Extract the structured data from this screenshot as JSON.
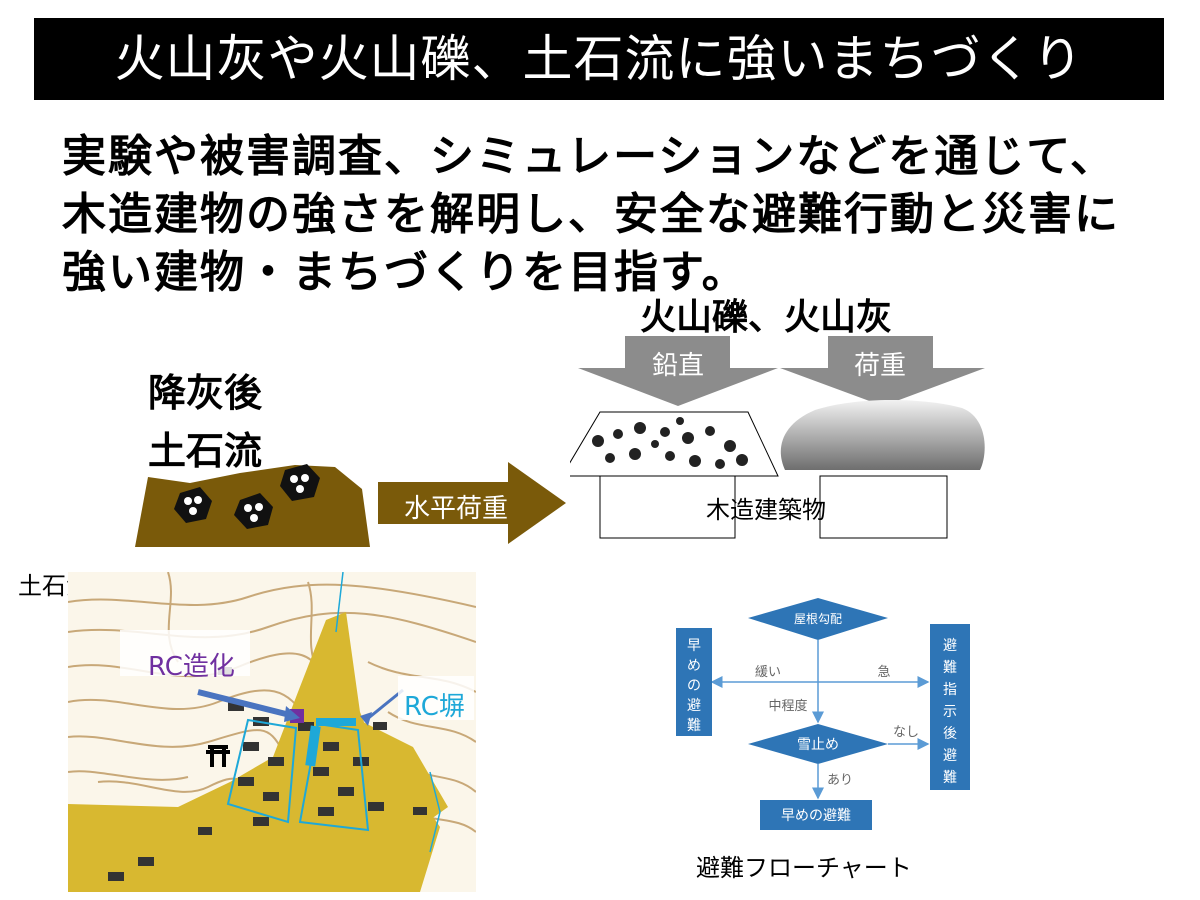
{
  "title": "火山灰や火山礫、土石流に強いまちづくり",
  "lead": {
    "line1": "実験や被害調査、シミュレーションなどを通じて、",
    "line2": "木造建物の強さを解明し、安全な避難行動と災害に",
    "line3": "強い建物・まちづくりを目指す。"
  },
  "debris": {
    "label1": "降灰後",
    "label2": "土石流",
    "arrow_label": "水平荷重"
  },
  "volcanic": {
    "heading": "火山礫、火山灰",
    "arrow_left_label": "鉛直",
    "arrow_right_label": "荷重",
    "building_label": "木造建築物"
  },
  "map": {
    "caption": "土石流に強いまちづくり",
    "rc_building_label": "RC造化",
    "rc_wall_label": "RC塀",
    "colors": {
      "land": "#d8b830",
      "contour": "#c8a878",
      "rc_building": "#7030a0",
      "rc_wall": "#1ea8d8",
      "arrow": "#4a74c0"
    }
  },
  "flowchart": {
    "caption": "避難フローチャート",
    "roof_slope": "屋根勾配",
    "early_left": "早めの避難",
    "after_instruction": "避難指示後避難",
    "gentle": "緩い",
    "steep": "急",
    "medium": "中程度",
    "snow_stopper": "雪止め",
    "none": "なし",
    "exists": "あり",
    "early_bottom": "早めの避難",
    "colors": {
      "box": "#2e75b6",
      "line": "#5b9bd5"
    }
  }
}
